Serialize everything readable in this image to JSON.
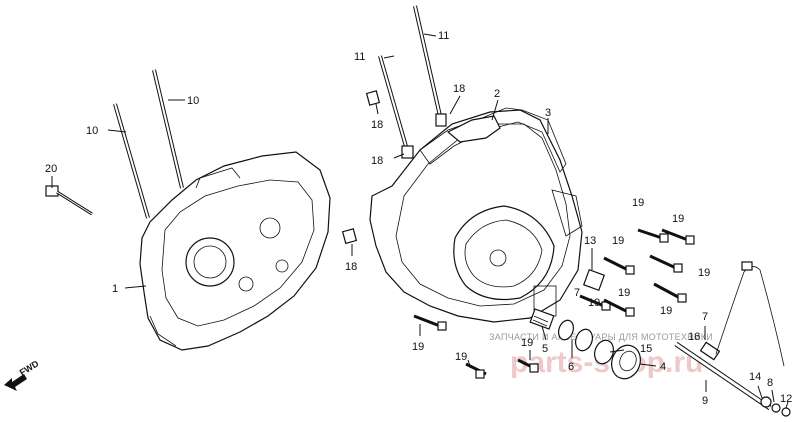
{
  "diagram": {
    "fwd_label": "FWD",
    "watermark_text": "ЗАПЧАСТИ И АКСЕССУАРЫ ДЛЯ МОТОТЕХНИКИ",
    "watermark_logo": "parts-shop.ru",
    "callouts": {
      "c1": "1",
      "c2": "2",
      "c3": "3",
      "c4": "4",
      "c5": "5",
      "c6": "6",
      "c7a": "7",
      "c7b": "7",
      "c8": "8",
      "c9": "9",
      "c10a": "10",
      "c10b": "10",
      "c11a": "11",
      "c11b": "11",
      "c12": "12",
      "c13": "13",
      "c14": "14",
      "c15": "15",
      "c16": "16",
      "c18a": "18",
      "c18b": "18",
      "c18c": "18",
      "c18d": "18",
      "c19a": "19",
      "c19b": "19",
      "c19c": "19",
      "c19d": "19",
      "c19e": "19",
      "c19f": "19",
      "c19g": "19",
      "c19h": "19",
      "c19i": "19",
      "c19j": "19",
      "c20": "20"
    }
  }
}
